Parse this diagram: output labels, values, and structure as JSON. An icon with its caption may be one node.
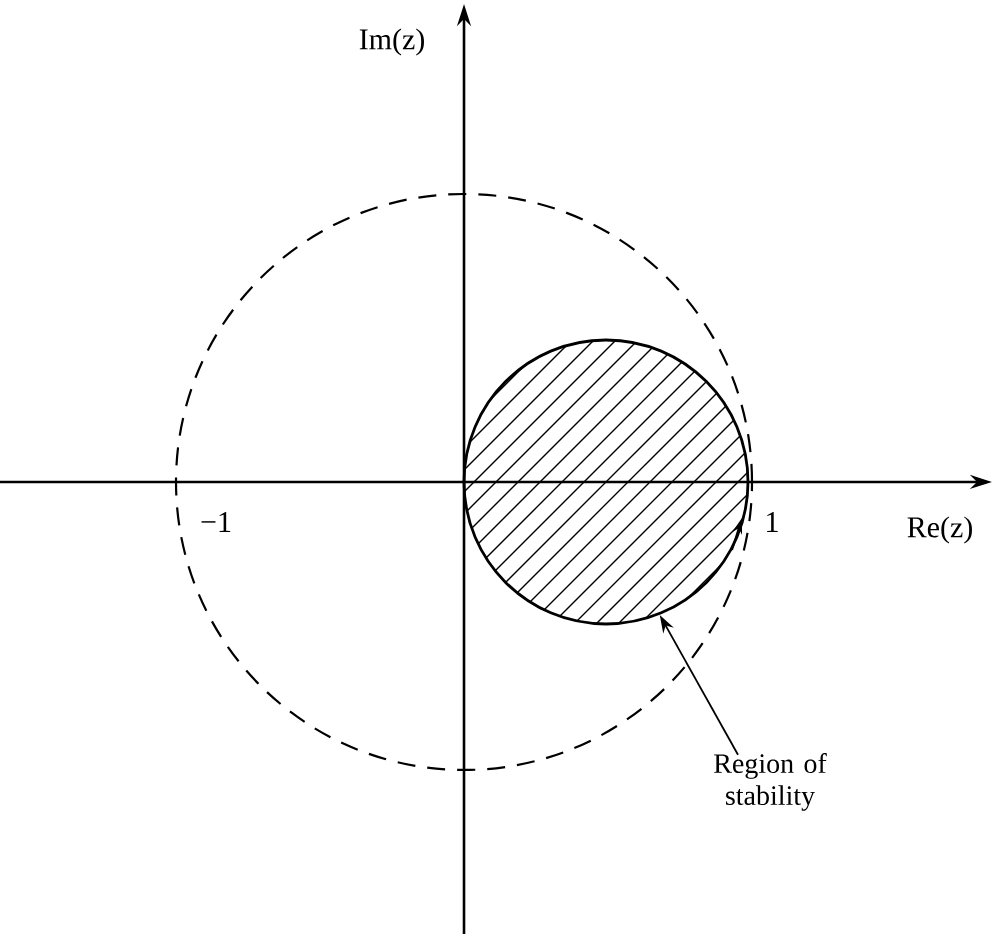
{
  "diagram": {
    "nodes": [
      {
        "text": [
          "Region of stability"
        ]
      },
      {
        "text": [],
        "shape": "circle"
      }
    ],
    "edges": [
      {
        "from": 0,
        "to": 1,
        "arrow": "to"
      }
    ],
    "labels": [
      "Im(z)",
      "−1",
      "1",
      "Re(z)"
    ]
  }
}
